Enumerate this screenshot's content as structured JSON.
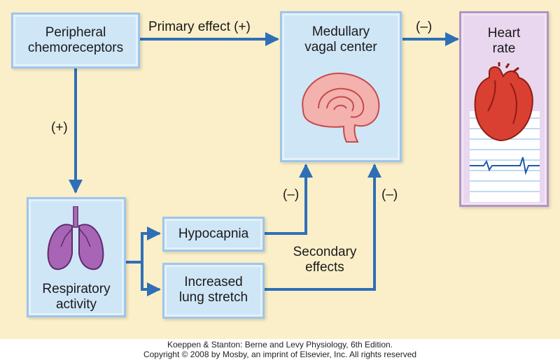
{
  "nodes": {
    "peripheral_chemoreceptors": "Peripheral\nchemoreceptors",
    "medullary_vagal_center": "Medullary\nvagal center",
    "heart_rate": "Heart\nrate",
    "respiratory_activity": "Respiratory\nactivity",
    "hypocapnia": "Hypocapnia",
    "increased_lung_stretch": "Increased\nlung stretch"
  },
  "edge_labels": {
    "primary_effect": "Primary effect (+)",
    "to_heart": "(–)",
    "to_respiratory": "(+)",
    "hypocapnia_to_medulla": "(–)",
    "stretch_to_medulla": "(–)",
    "secondary_effects": "Secondary\neffects"
  },
  "caption": {
    "line1": "Koeppen & Stanton: Berne and Levy Physiology, 6th Edition.",
    "line2": "Copyright © 2008 by Mosby, an imprint of Elsevier, Inc. All rights reserved"
  },
  "icons": [
    "brain-icon",
    "heart-icon",
    "ecg-trace-icon",
    "lungs-icon"
  ],
  "colors": {
    "background": "#fbefc9",
    "box": "#cfe6f7",
    "heart_box": "#e8d7ee",
    "arrow": "#2f6fb7"
  }
}
